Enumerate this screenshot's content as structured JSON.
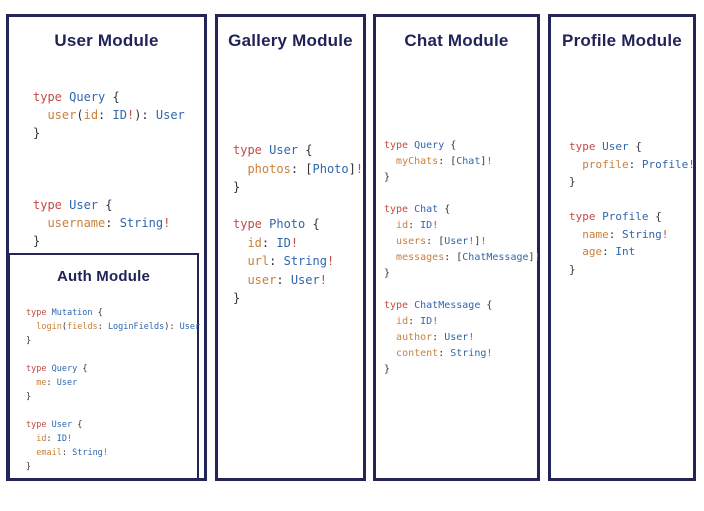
{
  "colors": {
    "background": "#ffffff",
    "border": "#232557",
    "heading": "#1f2357",
    "syntax": {
      "keyword": "#c14b45",
      "type_name": "#2f66ad",
      "field": "#c9803c",
      "punctuation": "#31343c",
      "bang": "#c14b45"
    }
  },
  "modules": [
    {
      "key": "user",
      "title": "User Module",
      "code": [
        [
          [
            "kw",
            "type "
          ],
          [
            "ty",
            "Query "
          ],
          [
            "pn",
            "{"
          ]
        ],
        [
          [
            "pn",
            "  "
          ],
          [
            "fd",
            "user"
          ],
          [
            "pn",
            "("
          ],
          [
            "fd",
            "id"
          ],
          [
            "pn",
            ": "
          ],
          [
            "ty",
            "ID"
          ],
          [
            "bg",
            "!"
          ],
          [
            "pn",
            "): "
          ],
          [
            "ty",
            "User"
          ]
        ],
        [
          [
            "pn",
            "}"
          ]
        ],
        [],
        [],
        [],
        [
          [
            "kw",
            "type "
          ],
          [
            "ty",
            "User "
          ],
          [
            "pn",
            "{"
          ]
        ],
        [
          [
            "pn",
            "  "
          ],
          [
            "fd",
            "username"
          ],
          [
            "pn",
            ": "
          ],
          [
            "ty",
            "String"
          ],
          [
            "bg",
            "!"
          ]
        ],
        [
          [
            "pn",
            "}"
          ]
        ]
      ]
    },
    {
      "key": "auth",
      "title": "Auth Module",
      "code": [
        [
          [
            "kw",
            "type "
          ],
          [
            "ty",
            "Mutation "
          ],
          [
            "pn",
            "{"
          ]
        ],
        [
          [
            "pn",
            "  "
          ],
          [
            "fd",
            "login"
          ],
          [
            "pn",
            "("
          ],
          [
            "fd",
            "fields"
          ],
          [
            "pn",
            ": "
          ],
          [
            "ty",
            "LoginFields"
          ],
          [
            "pn",
            "): "
          ],
          [
            "ty",
            "User"
          ]
        ],
        [
          [
            "pn",
            "}"
          ]
        ],
        [],
        [
          [
            "kw",
            "type "
          ],
          [
            "ty",
            "Query "
          ],
          [
            "pn",
            "{"
          ]
        ],
        [
          [
            "pn",
            "  "
          ],
          [
            "fd",
            "me"
          ],
          [
            "pn",
            ": "
          ],
          [
            "ty",
            "User"
          ]
        ],
        [
          [
            "pn",
            "}"
          ]
        ],
        [],
        [
          [
            "kw",
            "type "
          ],
          [
            "ty",
            "User "
          ],
          [
            "pn",
            "{"
          ]
        ],
        [
          [
            "pn",
            "  "
          ],
          [
            "fd",
            "id"
          ],
          [
            "pn",
            ": "
          ],
          [
            "ty",
            "ID"
          ],
          [
            "bg",
            "!"
          ]
        ],
        [
          [
            "pn",
            "  "
          ],
          [
            "fd",
            "email"
          ],
          [
            "pn",
            ": "
          ],
          [
            "ty",
            "String"
          ],
          [
            "bg",
            "!"
          ]
        ],
        [
          [
            "pn",
            "}"
          ]
        ]
      ]
    },
    {
      "key": "gallery",
      "title": "Gallery Module",
      "code": [
        [
          [
            "kw",
            "type "
          ],
          [
            "ty",
            "User "
          ],
          [
            "pn",
            "{"
          ]
        ],
        [
          [
            "pn",
            "  "
          ],
          [
            "fd",
            "photos"
          ],
          [
            "pn",
            ": ["
          ],
          [
            "ty",
            "Photo"
          ],
          [
            "pn",
            "]"
          ],
          [
            "bg",
            "!"
          ]
        ],
        [
          [
            "pn",
            "}"
          ]
        ],
        [],
        [
          [
            "kw",
            "type "
          ],
          [
            "ty",
            "Photo "
          ],
          [
            "pn",
            "{"
          ]
        ],
        [
          [
            "pn",
            "  "
          ],
          [
            "fd",
            "id"
          ],
          [
            "pn",
            ": "
          ],
          [
            "ty",
            "ID"
          ],
          [
            "bg",
            "!"
          ]
        ],
        [
          [
            "pn",
            "  "
          ],
          [
            "fd",
            "url"
          ],
          [
            "pn",
            ": "
          ],
          [
            "ty",
            "String"
          ],
          [
            "bg",
            "!"
          ]
        ],
        [
          [
            "pn",
            "  "
          ],
          [
            "fd",
            "user"
          ],
          [
            "pn",
            ": "
          ],
          [
            "ty",
            "User"
          ],
          [
            "bg",
            "!"
          ]
        ],
        [
          [
            "pn",
            "}"
          ]
        ]
      ]
    },
    {
      "key": "chat",
      "title": "Chat Module",
      "code": [
        [
          [
            "kw",
            "type "
          ],
          [
            "ty",
            "Query "
          ],
          [
            "pn",
            "{"
          ]
        ],
        [
          [
            "pn",
            "  "
          ],
          [
            "fd",
            "myChats"
          ],
          [
            "pn",
            ": ["
          ],
          [
            "ty",
            "Chat"
          ],
          [
            "pn",
            "]"
          ],
          [
            "bg",
            "!"
          ]
        ],
        [
          [
            "pn",
            "}"
          ]
        ],
        [],
        [
          [
            "kw",
            "type "
          ],
          [
            "ty",
            "Chat "
          ],
          [
            "pn",
            "{"
          ]
        ],
        [
          [
            "pn",
            "  "
          ],
          [
            "fd",
            "id"
          ],
          [
            "pn",
            ": "
          ],
          [
            "ty",
            "ID"
          ],
          [
            "bg",
            "!"
          ]
        ],
        [
          [
            "pn",
            "  "
          ],
          [
            "fd",
            "users"
          ],
          [
            "pn",
            ": ["
          ],
          [
            "ty",
            "User"
          ],
          [
            "bg",
            "!"
          ],
          [
            "pn",
            "]"
          ],
          [
            "bg",
            "!"
          ]
        ],
        [
          [
            "pn",
            "  "
          ],
          [
            "fd",
            "messages"
          ],
          [
            "pn",
            ": ["
          ],
          [
            "ty",
            "ChatMessage"
          ],
          [
            "pn",
            "]"
          ],
          [
            "bg",
            "!"
          ]
        ],
        [
          [
            "pn",
            "}"
          ]
        ],
        [],
        [
          [
            "kw",
            "type "
          ],
          [
            "ty",
            "ChatMessage "
          ],
          [
            "pn",
            "{"
          ]
        ],
        [
          [
            "pn",
            "  "
          ],
          [
            "fd",
            "id"
          ],
          [
            "pn",
            ": "
          ],
          [
            "ty",
            "ID"
          ],
          [
            "bg",
            "!"
          ]
        ],
        [
          [
            "pn",
            "  "
          ],
          [
            "fd",
            "author"
          ],
          [
            "pn",
            ": "
          ],
          [
            "ty",
            "User"
          ],
          [
            "bg",
            "!"
          ]
        ],
        [
          [
            "pn",
            "  "
          ],
          [
            "fd",
            "content"
          ],
          [
            "pn",
            ": "
          ],
          [
            "ty",
            "String"
          ],
          [
            "bg",
            "!"
          ]
        ],
        [
          [
            "pn",
            "}"
          ]
        ]
      ]
    },
    {
      "key": "profile",
      "title": "Profile Module",
      "code": [
        [
          [
            "kw",
            "type "
          ],
          [
            "ty",
            "User "
          ],
          [
            "pn",
            "{"
          ]
        ],
        [
          [
            "pn",
            "  "
          ],
          [
            "fd",
            "profile"
          ],
          [
            "pn",
            ": "
          ],
          [
            "ty",
            "Profile"
          ],
          [
            "bg",
            "!"
          ]
        ],
        [
          [
            "pn",
            "}"
          ]
        ],
        [],
        [
          [
            "kw",
            "type "
          ],
          [
            "ty",
            "Profile "
          ],
          [
            "pn",
            "{"
          ]
        ],
        [
          [
            "pn",
            "  "
          ],
          [
            "fd",
            "name"
          ],
          [
            "pn",
            ": "
          ],
          [
            "ty",
            "String"
          ],
          [
            "bg",
            "!"
          ]
        ],
        [
          [
            "pn",
            "  "
          ],
          [
            "fd",
            "age"
          ],
          [
            "pn",
            ": "
          ],
          [
            "ty",
            "Int"
          ]
        ],
        [
          [
            "pn",
            "}"
          ]
        ]
      ]
    }
  ]
}
